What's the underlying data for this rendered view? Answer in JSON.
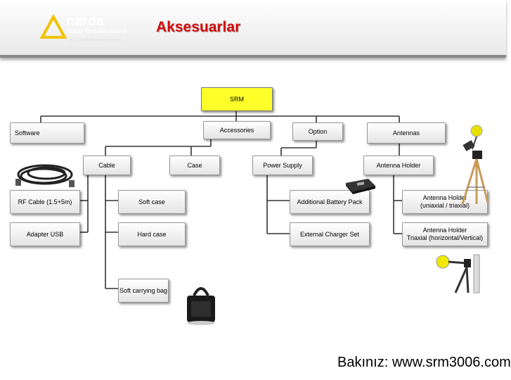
{
  "header": {
    "logo_name": "narda",
    "logo_sub": "Safety Test Solutions®",
    "logo_tag": "an L3 Communications Company",
    "title": "Aksesuarlar"
  },
  "tree": {
    "root": "SRM",
    "software": "Software",
    "accessories": "Accessories",
    "option": "Option",
    "antennas": "Antennas",
    "cable": "Cable",
    "case": "Case",
    "power_supply": "Power Supply",
    "antenna_holder": "Antenna Holder",
    "rf_cable": "RF Cable (1.5+5m)",
    "adapter_usb": "Adapter USB",
    "soft_case": "Soft case",
    "hard_case": "Hard case",
    "soft_carrying_bag": "Soft carrying bag",
    "additional_battery_pack": "Additional Battery Pack",
    "external_charger_set": "External Charger Set",
    "holder_uniaxial_1": "Antenna Holder",
    "holder_uniaxial_2": "(uniaxial / triaxial)",
    "holder_triaxial_1": "Antenna Holder",
    "holder_triaxial_2": "Triaxial (horizontal/Vertical)"
  },
  "footer": {
    "link_text": "Bakınız: www.srm3006.com"
  },
  "colors": {
    "title_red": "#d10a0a",
    "root_yellow": "#ffff2a",
    "logo_yellow": "#f2c200"
  }
}
